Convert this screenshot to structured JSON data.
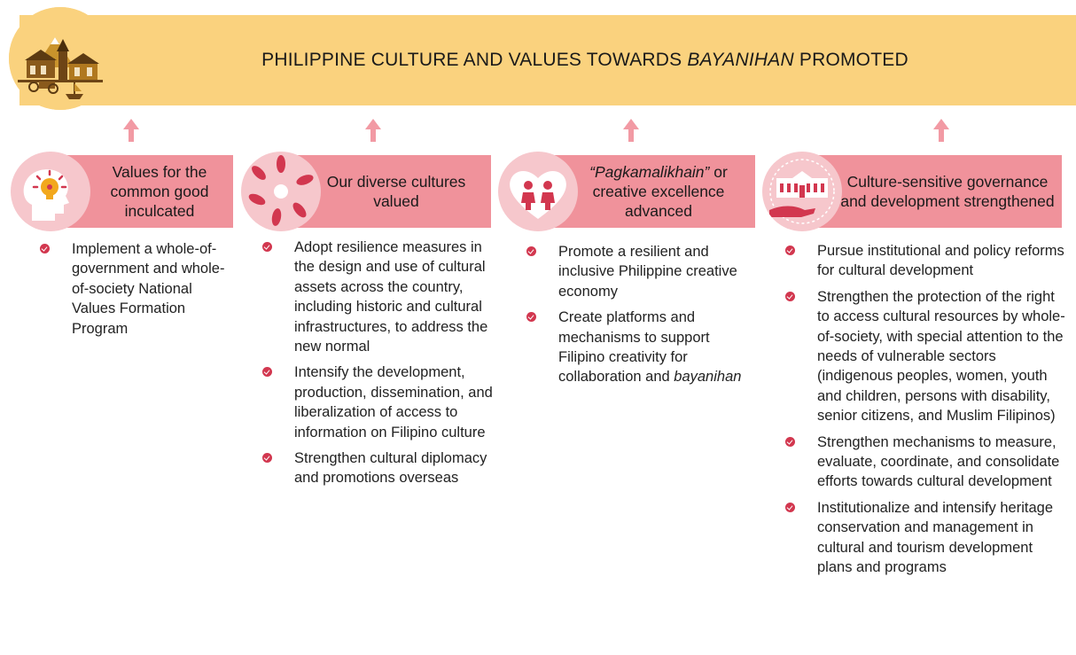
{
  "banner": {
    "title_pre": "PHILIPPINE CULTURE AND VALUES TOWARDS ",
    "title_em": "BAYANIHAN",
    "title_post": " PROMOTED",
    "icon": "heritage-landmark-icon"
  },
  "colors": {
    "banner": "#fad27e",
    "header": "#f0929b",
    "circle": "#f6c7cc",
    "accent": "#d2374f",
    "arrow": "#f29aa4"
  },
  "columns": [
    {
      "icon": "lightbulb-head-icon",
      "title": "Values for the common good inculcated",
      "items": [
        "Implement a whole-of-government and whole-of-society National Values Formation Program"
      ]
    },
    {
      "icon": "diverse-hands-icon",
      "title": "Our diverse cultures valued",
      "items": [
        "Adopt resilience measures in the design and use of cultural assets across the country, including historic and cultural infrastructures, to address the new normal",
        "Intensify the development, production, dissemination, and liberalization of access to information on Filipino culture",
        "Strengthen cultural diplomacy and promotions overseas"
      ]
    },
    {
      "icon": "children-heart-icon",
      "title_em": "“Pagkamalikhain”",
      "title_rest": " or creative excellence advanced",
      "items": [
        "Promote a resilient and inclusive Philippine creative economy"
      ],
      "item2_pre": "Create platforms and mechanisms to support Filipino creativity for collaboration and ",
      "item2_em": "bayanihan"
    },
    {
      "icon": "building-hand-icon",
      "title": "Culture-sensitive governance and development strengthened",
      "items": [
        "Pursue institutional and policy reforms for cultural development",
        "Strengthen the protection of the right to access cultural resources by whole-of-society, with special attention to the needs of vulnerable sectors (indigenous peoples, women, youth and children, persons with disability, senior citizens, and Muslim Filipinos)",
        "Strengthen mechanisms to measure, evaluate, coordinate, and consolidate efforts towards cultural development",
        "Institutionalize and intensify heritage conservation and management in cultural and tourism development plans and programs"
      ]
    }
  ]
}
